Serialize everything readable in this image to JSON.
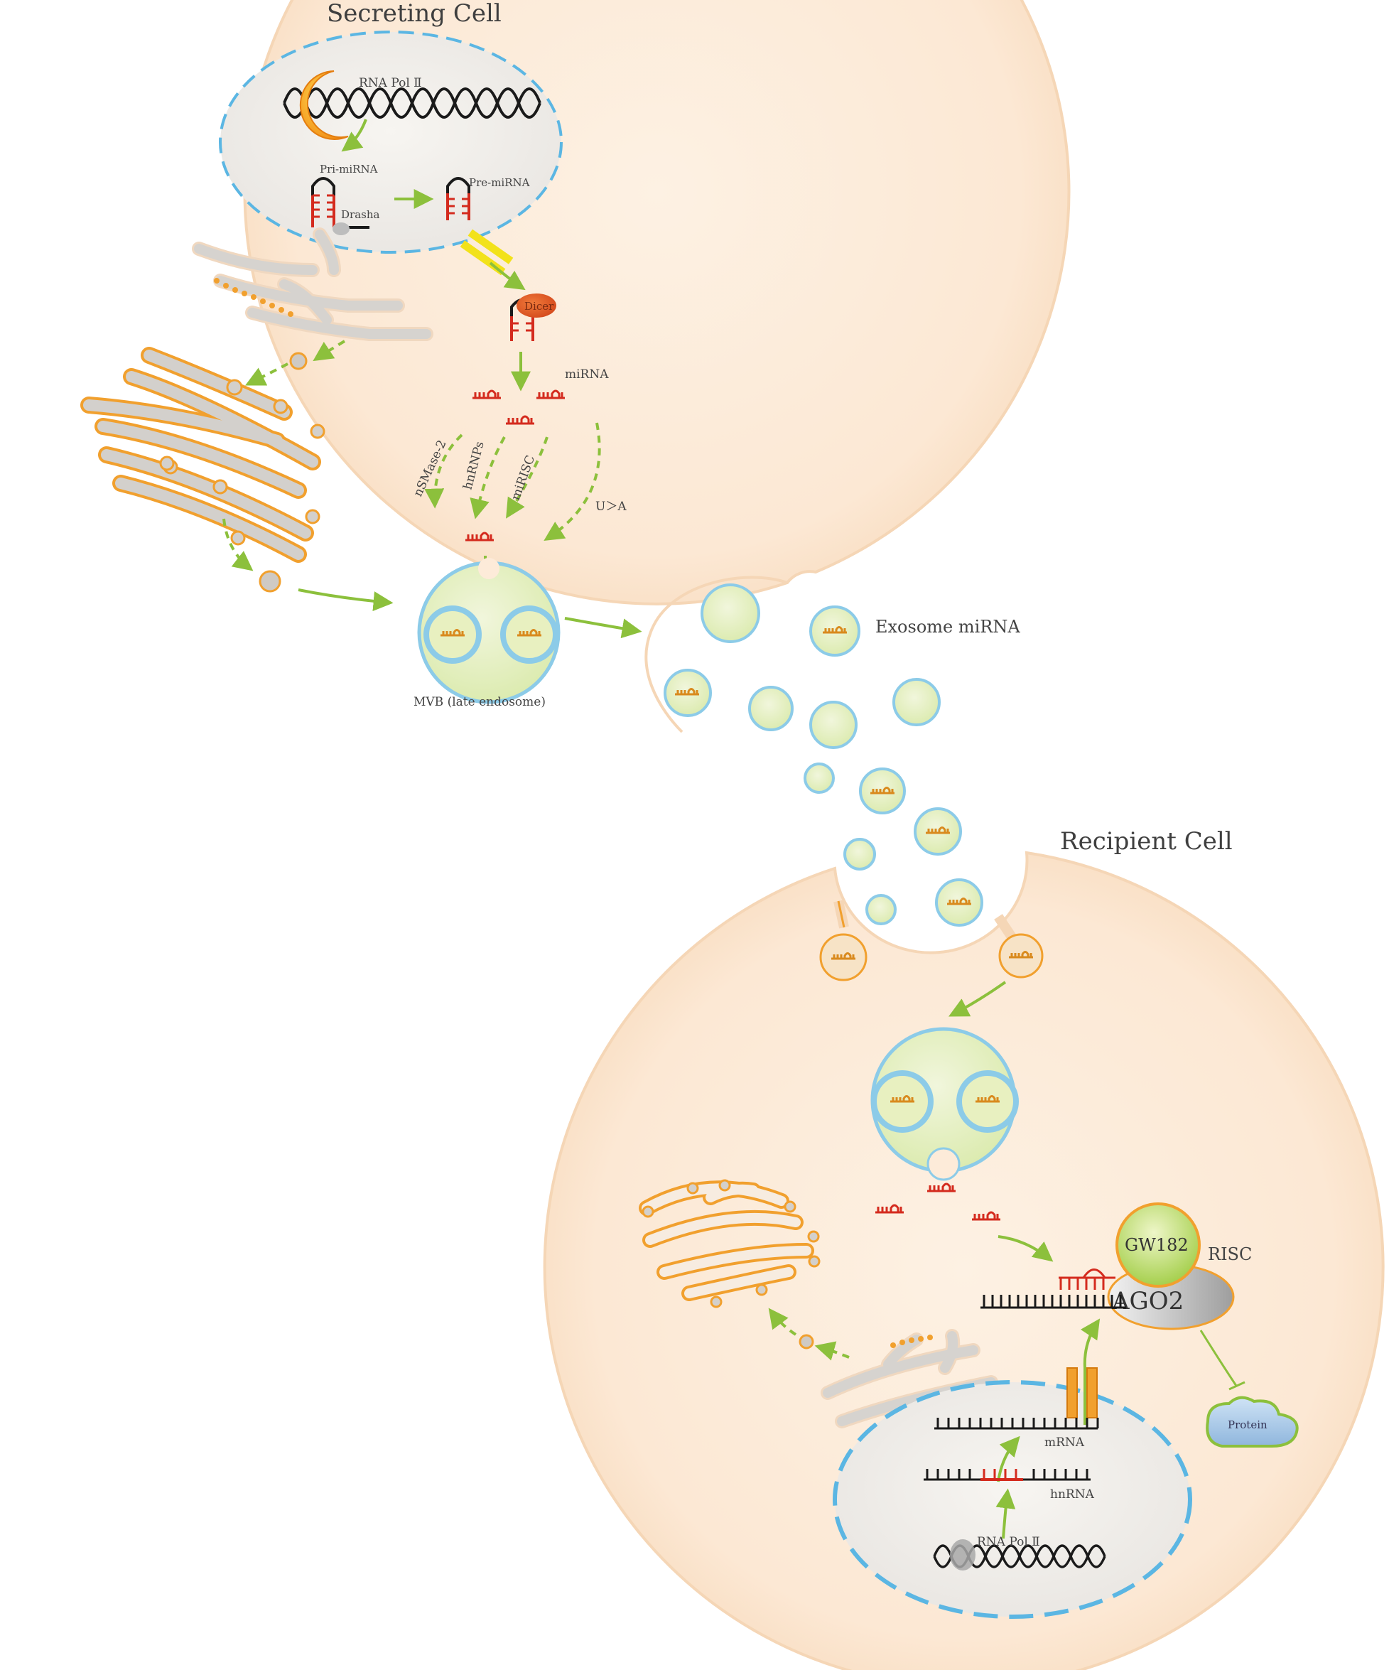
{
  "titles": {
    "secreting_cell": "Secreting Cell",
    "recipient_cell": "Recipient Cell",
    "exosome_mirna": "Exosome miRNA"
  },
  "secreting": {
    "rna_pol": "RNA Pol Ⅱ",
    "pri_mirna": "Pri-miRNA",
    "pre_mirna": "Pre-miRNA",
    "drasha": "Drasha",
    "dicer": "Dicer",
    "mirna": "miRNA",
    "nsmase2": "nSMase-2",
    "hnrnps": "hnRNPs",
    "mirisc": "miRISC",
    "u_to_a": "U＞A",
    "mvb": "MVB (late endosome)"
  },
  "recipient": {
    "gw182": "GW182",
    "risc": "RISC",
    "ago2": "AGO2",
    "protein": "Protein",
    "mrna": "mRNA",
    "hnrna": "hnRNA",
    "rna_pol": "RNA Pol Ⅱ"
  },
  "colors": {
    "cell_fill": "#fdebd9",
    "cell_stroke": "#f6dcc0",
    "nucleus_dash": "#5bb6e3",
    "arrow_green": "#8cc03c",
    "orange": "#f1a02e",
    "mirna_red": "#d42b1e",
    "vesicle_fill": "#e9f1c8",
    "vesicle_stroke": "#8ccbe8"
  }
}
